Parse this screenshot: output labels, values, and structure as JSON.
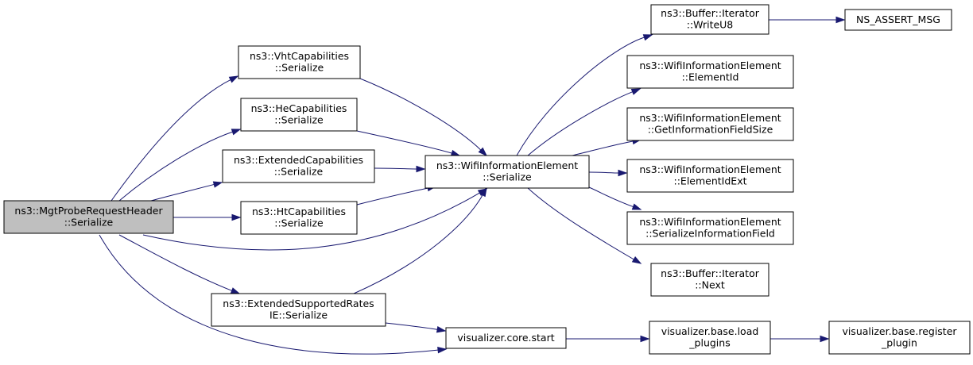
{
  "colors": {
    "edge": "#191970",
    "root_fill": "#bfbfbf",
    "node_fill": "#ffffff",
    "border": "#000000"
  },
  "nodes": [
    {
      "id": "mgt",
      "lines": [
        "ns3::MgtProbeRequestHeader",
        "::Serialize"
      ],
      "highlighted": true
    },
    {
      "id": "vht",
      "lines": [
        "ns3::VhtCapabilities",
        "::Serialize"
      ]
    },
    {
      "id": "he",
      "lines": [
        "ns3::HeCapabilities",
        "::Serialize"
      ]
    },
    {
      "id": "ext",
      "lines": [
        "ns3::ExtendedCapabilities",
        "::Serialize"
      ]
    },
    {
      "id": "ht",
      "lines": [
        "ns3::HtCapabilities",
        "::Serialize"
      ]
    },
    {
      "id": "esr",
      "lines": [
        "ns3::ExtendedSupportedRates",
        "IE::Serialize"
      ]
    },
    {
      "id": "wie",
      "lines": [
        "ns3::WifiInformationElement",
        "::Serialize"
      ]
    },
    {
      "id": "vcs",
      "lines": [
        "visualizer.core.start"
      ]
    },
    {
      "id": "wu8",
      "lines": [
        "ns3::Buffer::Iterator",
        "::WriteU8"
      ]
    },
    {
      "id": "nsa",
      "lines": [
        "NS_ASSERT_MSG"
      ]
    },
    {
      "id": "eid",
      "lines": [
        "ns3::WifiInformationElement",
        "::ElementId"
      ]
    },
    {
      "id": "gifs",
      "lines": [
        "ns3::WifiInformationElement",
        "::GetInformationFieldSize"
      ]
    },
    {
      "id": "eidx",
      "lines": [
        "ns3::WifiInformationElement",
        "::ElementIdExt"
      ]
    },
    {
      "id": "sif",
      "lines": [
        "ns3::WifiInformationElement",
        "::SerializeInformationField"
      ]
    },
    {
      "id": "nxt",
      "lines": [
        "ns3::Buffer::Iterator",
        "::Next"
      ]
    },
    {
      "id": "vbl",
      "lines": [
        "visualizer.base.load",
        "_plugins"
      ]
    },
    {
      "id": "vbr",
      "lines": [
        "visualizer.base.register",
        "_plugin"
      ]
    }
  ],
  "edges": [
    {
      "from": "mgt",
      "to": "vht"
    },
    {
      "from": "mgt",
      "to": "he"
    },
    {
      "from": "mgt",
      "to": "ext"
    },
    {
      "from": "mgt",
      "to": "ht"
    },
    {
      "from": "mgt",
      "to": "wie"
    },
    {
      "from": "mgt",
      "to": "esr"
    },
    {
      "from": "mgt",
      "to": "vcs"
    },
    {
      "from": "vht",
      "to": "wie"
    },
    {
      "from": "he",
      "to": "wie"
    },
    {
      "from": "ext",
      "to": "wie"
    },
    {
      "from": "ht",
      "to": "wie"
    },
    {
      "from": "esr",
      "to": "wie"
    },
    {
      "from": "esr",
      "to": "vcs"
    },
    {
      "from": "wie",
      "to": "wu8"
    },
    {
      "from": "wie",
      "to": "eid"
    },
    {
      "from": "wie",
      "to": "gifs"
    },
    {
      "from": "wie",
      "to": "eidx"
    },
    {
      "from": "wie",
      "to": "sif"
    },
    {
      "from": "wie",
      "to": "nxt"
    },
    {
      "from": "wu8",
      "to": "nsa"
    },
    {
      "from": "vcs",
      "to": "vbl"
    },
    {
      "from": "vbl",
      "to": "vbr"
    }
  ]
}
